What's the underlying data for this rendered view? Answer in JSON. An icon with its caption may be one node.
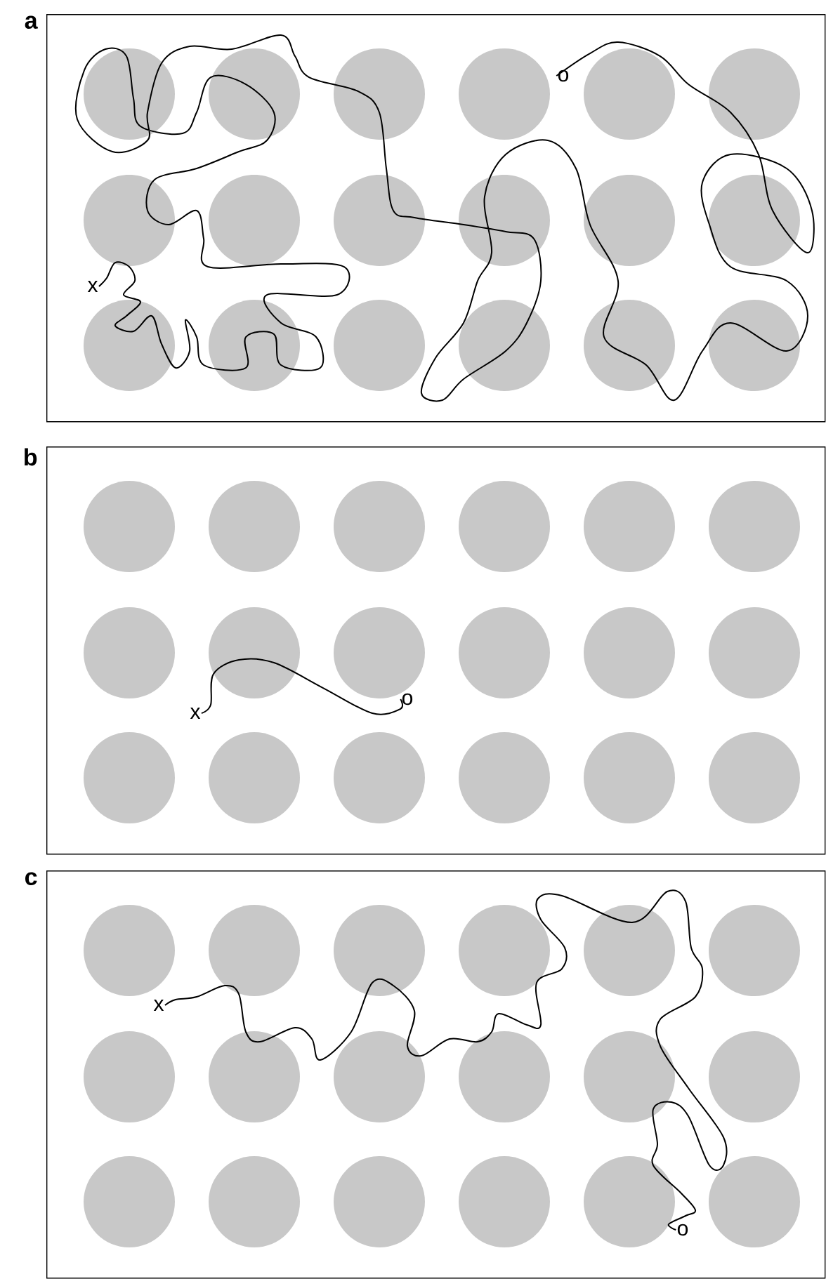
{
  "diagram": {
    "nodes": [
      {
        "text": [
          "a"
        ]
      },
      {
        "text": [
          "x"
        ],
        "in": 0
      },
      {
        "text": [
          "o"
        ],
        "in": 0
      },
      {
        "text": [
          "b"
        ]
      },
      {
        "text": [
          "x"
        ],
        "in": 3
      },
      {
        "text": [
          "o"
        ],
        "in": 3
      },
      {
        "text": [
          "c"
        ]
      },
      {
        "text": [
          "x"
        ],
        "in": 6
      },
      {
        "text": [
          "o"
        ],
        "in": 6
      }
    ],
    "edges": [
      {
        "from": 1,
        "to": 2,
        "arrow": "none"
      },
      {
        "from": 4,
        "to": 5,
        "arrow": "none"
      },
      {
        "from": 7,
        "to": 8,
        "arrow": "none"
      }
    ]
  }
}
